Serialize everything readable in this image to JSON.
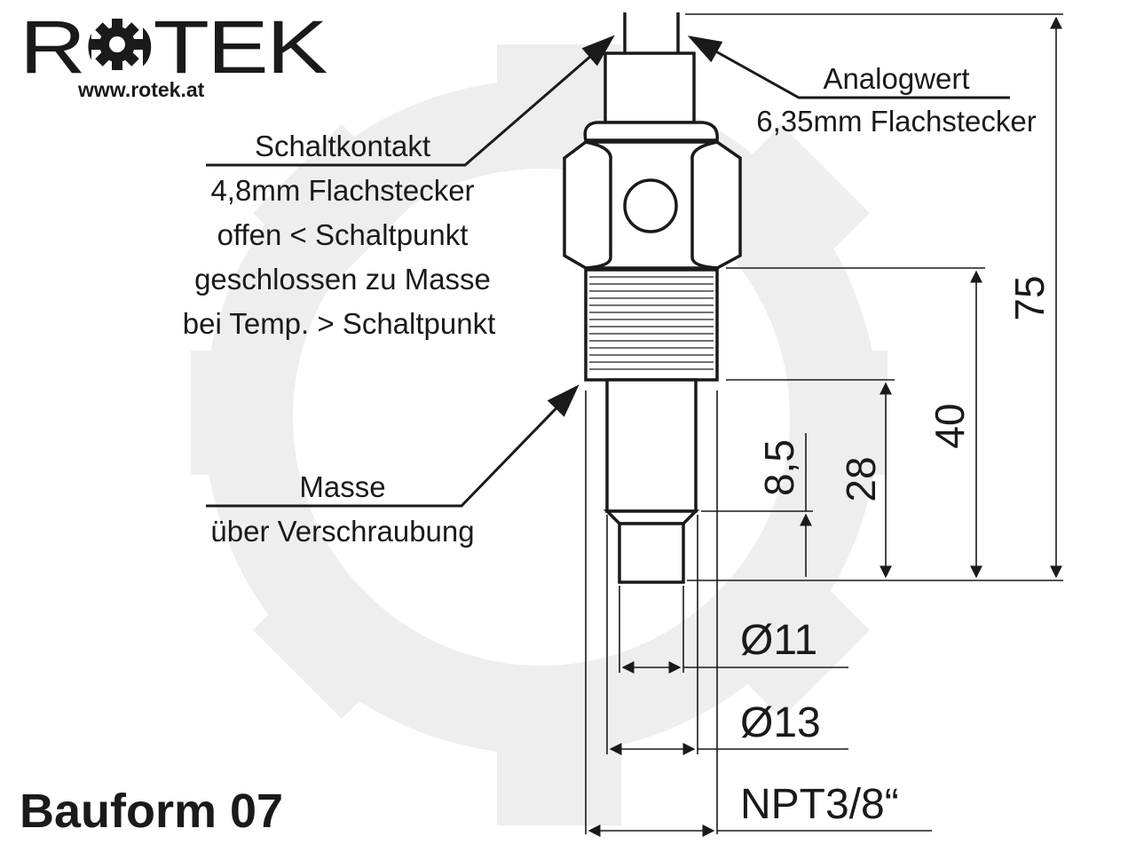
{
  "brand": {
    "logo_text": "ROTEK",
    "website": "www.rotek.at"
  },
  "model": "Bauform 07",
  "callouts": {
    "analog": [
      "Analogwert",
      "6,35mm Flachstecker"
    ],
    "switch": [
      "Schaltkontakt",
      "4,8mm Flachstecker",
      "offen < Schaltpunkt",
      "geschlossen zu Masse",
      "bei Temp. > Schaltpunkt"
    ],
    "ground": [
      "Masse",
      "über Verschraubung"
    ]
  },
  "dimensions": {
    "total_length": "75",
    "thread_to_tip": "40",
    "shank_length": "28",
    "tip_length": "8,5",
    "tip_diameter": "Ø11",
    "shank_diameter": "Ø13",
    "thread": "NPT3/8“"
  },
  "colors": {
    "ink": "#1a1a1a",
    "watermark": "#eeeeee"
  }
}
